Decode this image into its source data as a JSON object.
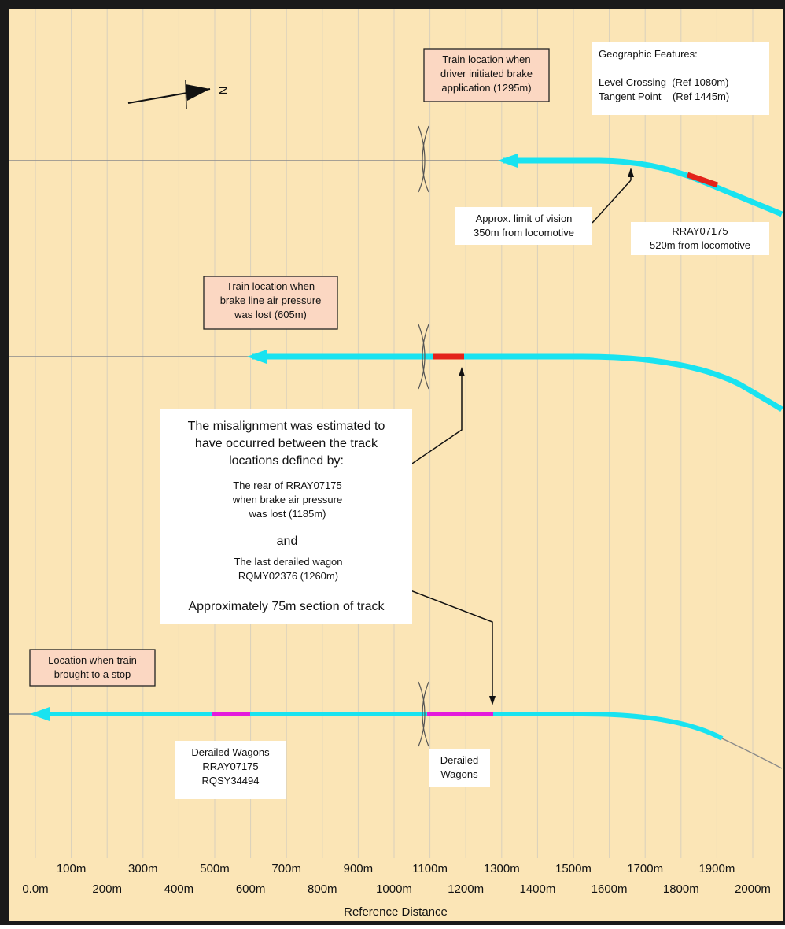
{
  "colors": {
    "background": "#fbe5b6",
    "gridline": "#d9d0bc",
    "track": "#8a8a8a",
    "train": "#19e3f0",
    "wagon_red": "#e3231b",
    "wagon_magenta": "#e419dc",
    "callout_fill": "#fbd7c2"
  },
  "north_label": "N",
  "axis": {
    "title": "Reference Distance",
    "ticks_upper": [
      "100m",
      "300m",
      "500m",
      "700m",
      "900m",
      "1100m",
      "1300m",
      "1500m",
      "1700m",
      "1900m"
    ],
    "ticks_lower": [
      "0.0m",
      "200m",
      "400m",
      "600m",
      "800m",
      "1000m",
      "1200m",
      "1400m",
      "1600m",
      "1800m",
      "2000m"
    ]
  },
  "geographic": {
    "title": "Geographic Features:",
    "lines": [
      "Level Crossing  (Ref 1080m)",
      "Tangent Point    (Ref 1445m)"
    ]
  },
  "callouts": {
    "brake_initiated": [
      "Train location when",
      "driver initiated brake",
      "application (1295m)"
    ],
    "air_lost": [
      "Train location when",
      "brake line air pressure",
      "was lost (605m)"
    ],
    "stopped": [
      "Location when train",
      "brought to a stop"
    ]
  },
  "labels": {
    "vision": [
      "Approx. limit of vision",
      "350m from locomotive"
    ],
    "rray_top": [
      "RRAY07175",
      "520m from locomotive"
    ],
    "derailed_left": [
      "Derailed Wagons",
      "RRAY07175",
      "RQSY34494"
    ],
    "derailed_right": [
      "Derailed",
      "Wagons"
    ]
  },
  "misalignment": {
    "intro": [
      "The misalignment was estimated to",
      "have occurred between the track",
      "locations defined by:"
    ],
    "rear": [
      "The rear of RRAY07175",
      "when brake air pressure",
      "was lost (1185m)"
    ],
    "and": "and",
    "last": [
      "The last derailed wagon",
      "RQMY02376 (1260m)"
    ],
    "summary": "Approximately 75m section of track"
  }
}
